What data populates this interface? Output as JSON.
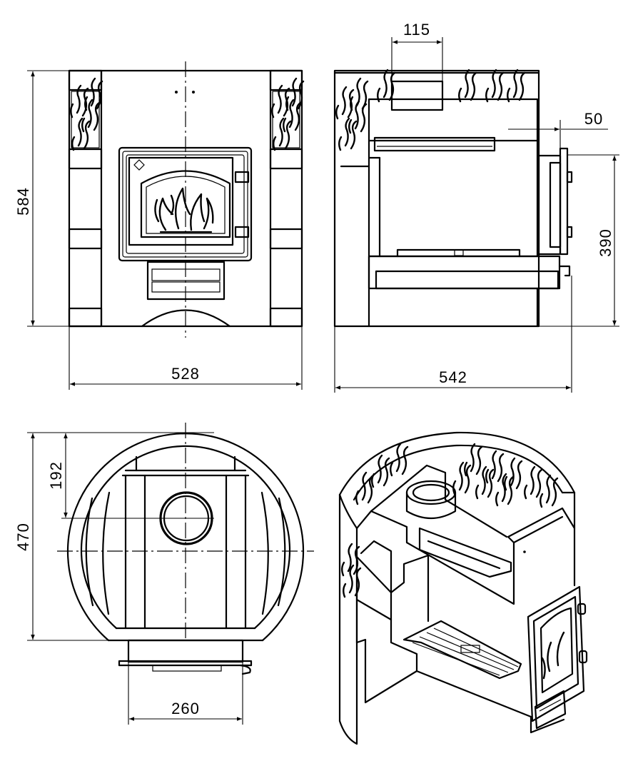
{
  "dimensions": {
    "front_height": "584",
    "front_width": "528",
    "side_width": "542",
    "flue_width": "115",
    "door_protrusion": "50",
    "door_height": "390",
    "top_offset": "192",
    "top_depth": "470",
    "base_width": "260"
  }
}
